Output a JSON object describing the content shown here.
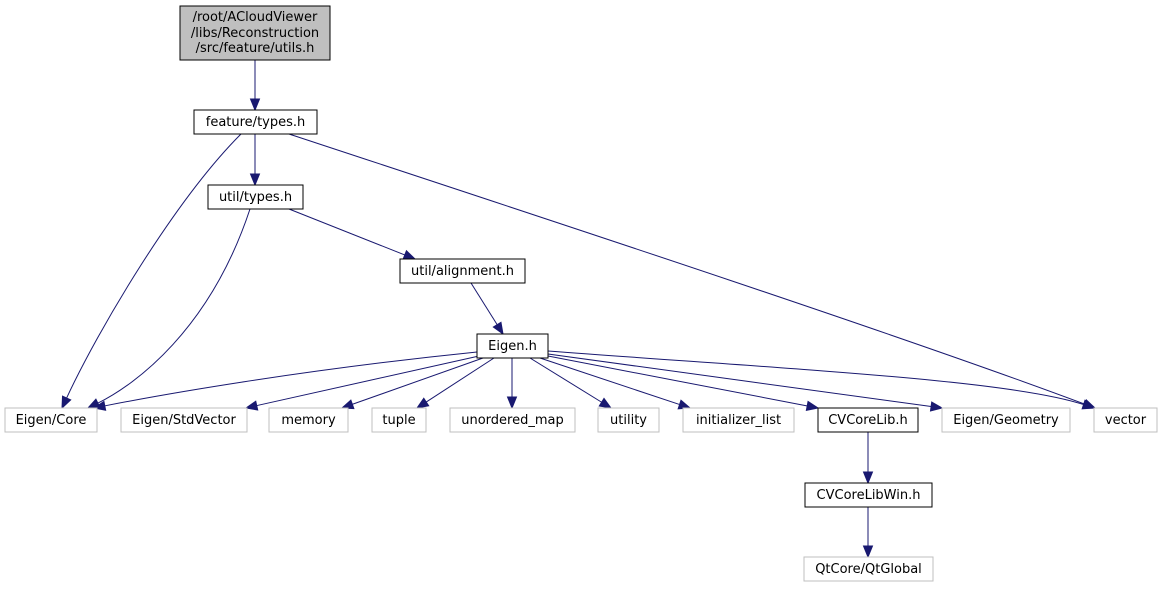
{
  "colors": {
    "edge": "#191970",
    "root_fill": "#bfbfbf",
    "node_border": "#000000",
    "external_border": "#bfbfbf",
    "background": "#ffffff"
  },
  "nodes": {
    "utils_h": {
      "lines": [
        "/root/ACloudViewer",
        "/libs/Reconstruction",
        "/src/feature/utils.h"
      ],
      "kind": "root"
    },
    "feature_types_h": {
      "label": "feature/types.h",
      "kind": "internal"
    },
    "util_types_h": {
      "label": "util/types.h",
      "kind": "internal"
    },
    "util_alignment_h": {
      "label": "util/alignment.h",
      "kind": "internal"
    },
    "eigen_h": {
      "label": "Eigen.h",
      "kind": "internal"
    },
    "eigen_core": {
      "label": "Eigen/Core",
      "kind": "external"
    },
    "eigen_stdvector": {
      "label": "Eigen/StdVector",
      "kind": "external"
    },
    "memory": {
      "label": "memory",
      "kind": "external"
    },
    "tuple": {
      "label": "tuple",
      "kind": "external"
    },
    "unordered_map": {
      "label": "unordered_map",
      "kind": "external"
    },
    "utility": {
      "label": "utility",
      "kind": "external"
    },
    "initializer_list": {
      "label": "initializer_list",
      "kind": "external"
    },
    "cvcorelib_h": {
      "label": "CVCoreLib.h",
      "kind": "internal"
    },
    "eigen_geometry": {
      "label": "Eigen/Geometry",
      "kind": "external"
    },
    "vector": {
      "label": "vector",
      "kind": "external"
    },
    "cvcorelibwin_h": {
      "label": "CVCoreLibWin.h",
      "kind": "internal"
    },
    "qtcore_qtglobal": {
      "label": "QtCore/QtGlobal",
      "kind": "external"
    }
  },
  "edges": [
    [
      "utils_h",
      "feature_types_h"
    ],
    [
      "feature_types_h",
      "util_types_h"
    ],
    [
      "feature_types_h",
      "eigen_core"
    ],
    [
      "feature_types_h",
      "vector"
    ],
    [
      "util_types_h",
      "util_alignment_h"
    ],
    [
      "util_types_h",
      "eigen_core"
    ],
    [
      "util_alignment_h",
      "eigen_h"
    ],
    [
      "eigen_h",
      "eigen_core"
    ],
    [
      "eigen_h",
      "eigen_stdvector"
    ],
    [
      "eigen_h",
      "memory"
    ],
    [
      "eigen_h",
      "tuple"
    ],
    [
      "eigen_h",
      "unordered_map"
    ],
    [
      "eigen_h",
      "utility"
    ],
    [
      "eigen_h",
      "initializer_list"
    ],
    [
      "eigen_h",
      "cvcorelib_h"
    ],
    [
      "eigen_h",
      "eigen_geometry"
    ],
    [
      "eigen_h",
      "vector"
    ],
    [
      "cvcorelib_h",
      "cvcorelibwin_h"
    ],
    [
      "cvcorelibwin_h",
      "qtcore_qtglobal"
    ]
  ]
}
